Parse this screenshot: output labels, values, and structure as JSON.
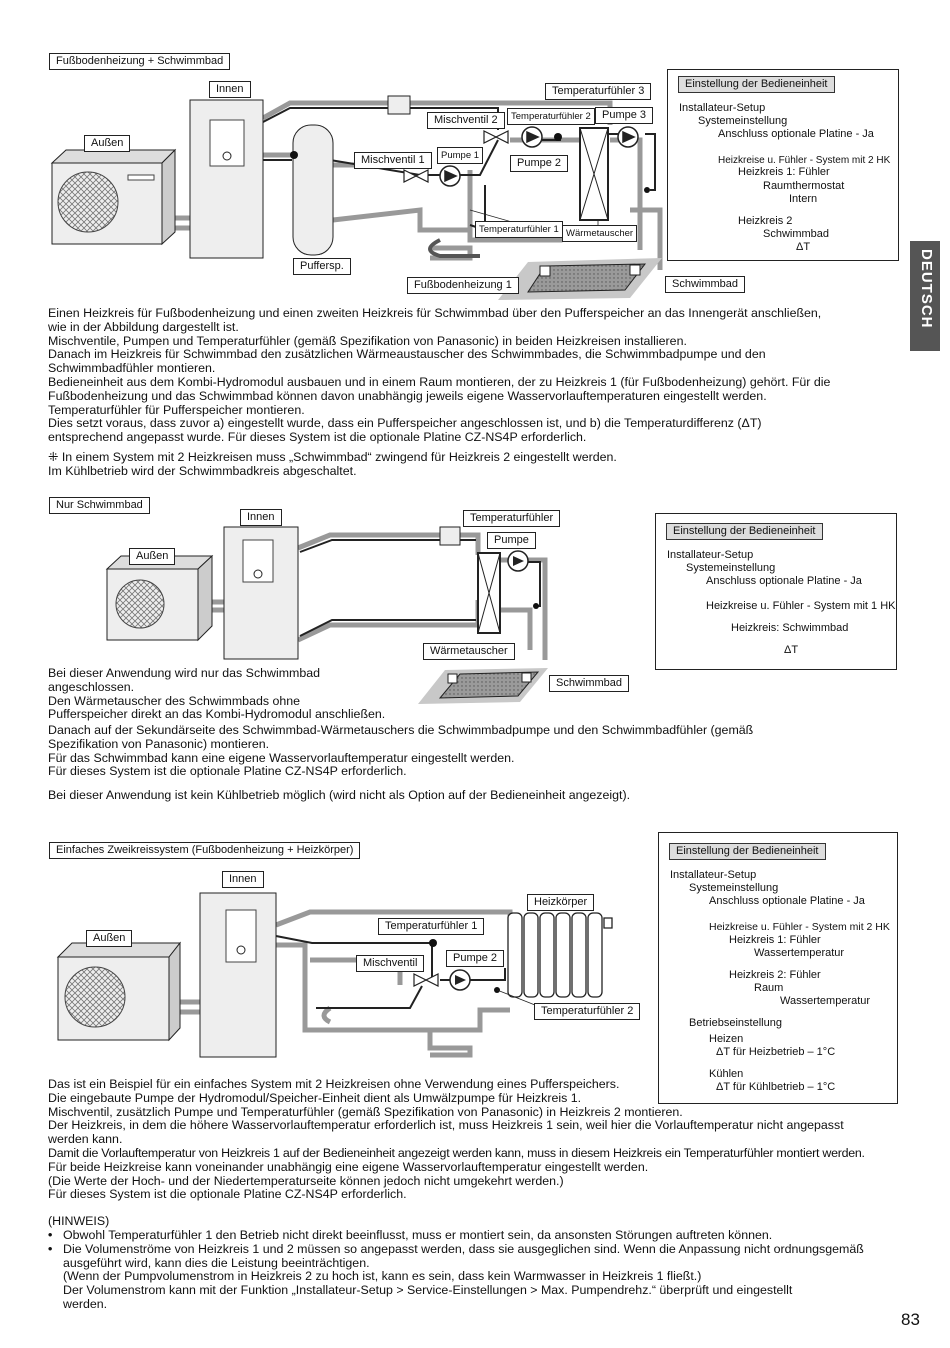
{
  "side_tab": "DEUTSCH",
  "page_number": "83",
  "diagram1": {
    "title": "Fußbodenheizung + Schwimmbad",
    "labels": {
      "innen": "Innen",
      "aussen": "Außen",
      "pufferspeicher": "Puffersp.",
      "mischventil2": "Mischventil 2",
      "mischventil1": "Mischventil 1",
      "pumpe1": "Pumpe 1",
      "pumpe2": "Pumpe 2",
      "pumpe3": "Pumpe 3",
      "temp3": "Temperaturfühler 3",
      "temp2": "Temperaturfühler 2",
      "temp1": "Temperaturfühler 1",
      "waermetauscher": "Wärmetauscher",
      "fussboden1": "Fußbodenheizung 1",
      "schwimmbad": "Schwimmbad"
    },
    "settings": {
      "header": "Einstellung der Bedieneinheit",
      "lines": [
        "Installateur-Setup",
        "Systemeinstellung",
        "Anschluss optionale Platine - Ja",
        "Heizkreise u. Fühler - System mit 2 HK",
        "Heizkreis 1: Fühler",
        "Raumthermostat",
        "Intern",
        "Heizkreis 2",
        "Schwimmbad",
        "ΔT"
      ]
    },
    "text": [
      "Einen Heizkreis für Fußbodenheizung und einen zweiten Heizkreis für Schwimmbad über den Pufferspeicher an das Innengerät anschließen,",
      "wie in der Abbildung dargestellt ist.",
      "Mischventile, Pumpen und Temperaturfühler (gemäß Spezifikation von Panasonic) in beiden Heizkreisen installieren.",
      "Danach im Heizkreis für Schwimmbad den zusätzlichen Wärmeaustauscher des Schwimmbades, die Schwimmbadpumpe und den",
      "Schwimmbadfühler montieren.",
      "Bedieneinheit aus dem Kombi-Hydromodul ausbauen und in einem Raum montieren, der zu Heizkreis 1 (für Fußbodenheizung) gehört. Für die",
      "Fußbodenheizung und das Schwimmbad können davon unabhängig jeweils eigene Wasservorlauftemperaturen eingestellt werden.",
      "Temperaturfühler für Pufferspeicher montieren.",
      "Dies setzt voraus, dass zuvor a) eingestellt wurde, dass ein Pufferspeicher angeschlossen ist, und b) die Temperaturdifferenz (ΔT)",
      "entsprechend angepasst wurde. Für dieses System ist die optionale Platine CZ-NS4P erforderlich."
    ],
    "note": [
      "⁜ In einem System mit 2 Heizkreisen muss „Schwimmbad“ zwingend für Heizkreis 2 eingestellt werden.",
      "Im Kühlbetrieb wird der Schwimmbadkreis abgeschaltet."
    ]
  },
  "diagram2": {
    "title": "Nur Schwimmbad",
    "labels": {
      "innen": "Innen",
      "aussen": "Außen",
      "temp": "Temperaturfühler",
      "pumpe": "Pumpe",
      "waermetauscher": "Wärmetauscher",
      "schwimmbad": "Schwimmbad"
    },
    "settings": {
      "header": "Einstellung der Bedieneinheit",
      "lines": [
        "Installateur-Setup",
        "Systemeinstellung",
        "Anschluss optionale Platine - Ja",
        "Heizkreise u. Fühler - System mit 1 HK",
        "Heizkreis: Schwimmbad",
        "ΔT"
      ]
    },
    "text_left": [
      "Bei dieser Anwendung wird nur das Schwimmbad",
      "angeschlossen.",
      "Den Wärmetauscher des Schwimmbads ohne",
      "Pufferspeicher direkt an das Kombi-Hydromodul anschließen."
    ],
    "text": [
      "Danach auf der Sekundärseite des Schwimmbad-Wärmetauschers die Schwimmbadpumpe und den Schwimmbadfühler (gemäß",
      "Spezifikation von Panasonic) montieren.",
      "Für das Schwimmbad kann eine eigene Wasservorlauftemperatur eingestellt werden.",
      "Für dieses System ist die optionale Platine CZ-NS4P erforderlich."
    ],
    "note": "Bei dieser Anwendung ist kein Kühlbetrieb möglich (wird nicht als Option auf der Bedieneinheit angezeigt)."
  },
  "diagram3": {
    "title": "Einfaches Zweikreissystem (Fußbodenheizung + Heizkörper)",
    "labels": {
      "innen": "Innen",
      "aussen": "Außen",
      "heizkoerper": "Heizkörper",
      "temp1": "Temperaturfühler 1",
      "temp2": "Temperaturfühler 2",
      "mischventil": "Mischventil",
      "pumpe2": "Pumpe 2"
    },
    "settings": {
      "header": "Einstellung der Bedieneinheit",
      "lines": [
        "Installateur-Setup",
        "Systemeinstellung",
        "Anschluss optionale Platine - Ja",
        "Heizkreise u. Fühler - System mit 2 HK",
        "Heizkreis 1: Fühler",
        "Wassertemperatur",
        "Heizkreis 2: Fühler",
        "Raum",
        "Wassertemperatur",
        "Betriebseinstellung",
        "Heizen",
        "ΔT für Heizbetrieb – 1°C",
        "Kühlen",
        "ΔT für Kühlbetrieb – 1°C"
      ]
    },
    "text": [
      "Das ist ein Beispiel für ein einfaches System mit 2 Heizkreisen ohne Verwendung eines Pufferspeichers.",
      "Die eingebaute Pumpe der Hydromodul/Speicher-Einheit dient als Umwälzpumpe für Heizkreis 1.",
      "Mischventil, zusätzlich Pumpe und Temperaturfühler (gemäß Spezifikation von Panasonic) in Heizkreis 2 montieren.",
      "Der Heizkreis, in dem die höhere Wasservorlauftemperatur erforderlich ist, muss Heizkreis 1 sein, weil hier die Vorlauftemperatur nicht angepasst",
      "werden kann.",
      "Damit die Vorlauftemperatur von Heizkreis 1 auf der Bedieneinheit angezeigt werden kann, muss in diesem Heizkreis ein Temperaturfühler montiert werden.",
      "Für beide Heizkreise kann voneinander unabhängig eine eigene Wasservorlauftemperatur eingestellt werden.",
      "(Die Werte der Hoch- und der Niedertemperaturseite können jedoch nicht umgekehrt werden.)",
      "Für dieses System ist die optionale Platine CZ-NS4P erforderlich."
    ],
    "hinweis_title": "(HINWEIS)",
    "hinweis": [
      "Obwohl Temperaturfühler 1 den Betrieb nicht direkt beeinflusst, muss er montiert sein, da ansonsten Störungen auftreten können.",
      "Die Volumenströme von Heizkreis 1 und 2 müssen so angepasst werden, dass sie ausgeglichen sind. Wenn die Anpassung nicht ordnungsgemäß",
      "ausgeführt wird, kann dies die Leistung beeinträchtigen.",
      "(Wenn der Pumpvolumenstrom in Heizkreis 2 zu hoch ist, kann es sein, dass kein Warmwasser in Heizkreis 1 fließt.)",
      "Der Volumenstrom kann mit der Funktion „Installateur-Setup > Service-Einstellungen > Max. Pumpendrehz.“ überprüft und eingestellt",
      "werden."
    ]
  }
}
